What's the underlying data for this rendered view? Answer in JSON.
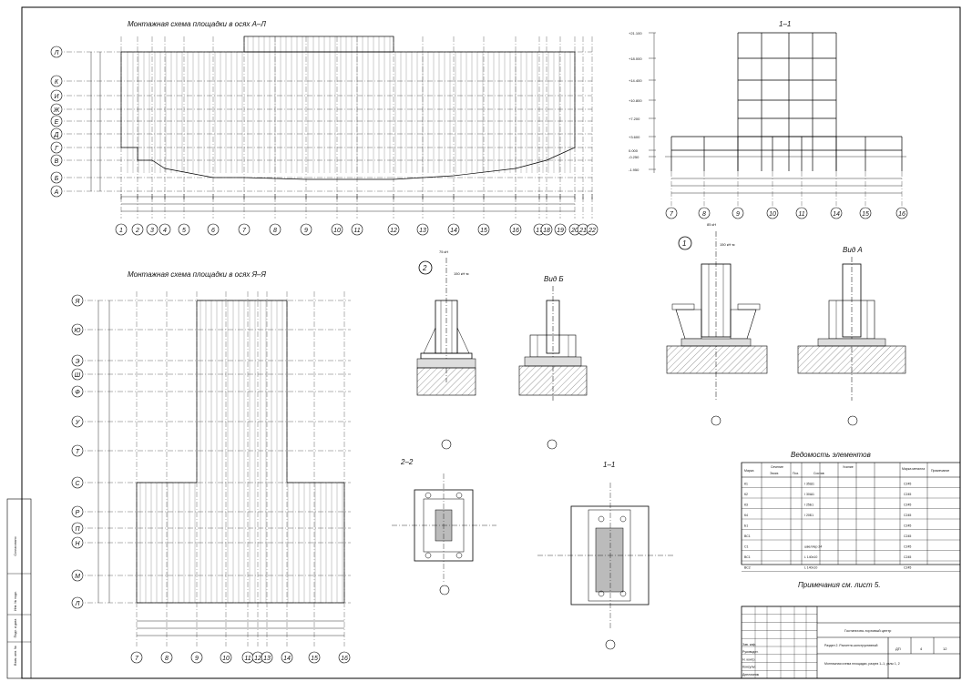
{
  "plan1": {
    "title": "Монтажная схема площадки в осях А–Л",
    "row_labels": [
      "Л",
      "К",
      "И",
      "Ж",
      "Е",
      "Д",
      "Г",
      "В",
      "Б",
      "А"
    ],
    "col_labels": [
      "1",
      "2",
      "3",
      "4",
      "5",
      "6",
      "7",
      "8",
      "9",
      "10",
      "11",
      "12",
      "13",
      "14",
      "15",
      "16",
      "17",
      "18",
      "19",
      "20",
      "21",
      "22"
    ]
  },
  "plan2": {
    "title": "Монтажная схема площадки в осях Я–Я",
    "row_labels": [
      "Я",
      "Ю",
      "Э",
      "Ш",
      "Ф",
      "У",
      "Т",
      "С",
      "Р",
      "П",
      "Н",
      "М",
      "Л"
    ],
    "col_labels": [
      "7",
      "8",
      "9",
      "10",
      "11",
      "12",
      "13",
      "14",
      "15",
      "16"
    ]
  },
  "section11": {
    "title": "1–1",
    "elevations": [
      "+21.100",
      "+18.000",
      "+14.400",
      "+10.800",
      "+7.200",
      "+3.600",
      "0.000",
      "-0.250",
      "-1.950"
    ],
    "col_labels": [
      "7",
      "8",
      "9",
      "10",
      "11",
      "14",
      "15",
      "16"
    ]
  },
  "node2": {
    "label": "2",
    "load": "75 кН",
    "moment": "150 кН·м"
  },
  "node1": {
    "label": "1",
    "load": "85 кН",
    "moment": "150 кН·м"
  },
  "vid_b": {
    "title": "Вид Б"
  },
  "vid_a": {
    "title": "Вид А"
  },
  "sec22": {
    "title": "2–2"
  },
  "sec11b": {
    "title": "1–1"
  },
  "notes": {
    "remark": "Примечания см. лист 5."
  },
  "spec": {
    "title": "Ведомость элементов",
    "headers": [
      "Марка",
      "Сечение",
      "Эскиз",
      "Поз.",
      "Состав",
      "Усилие",
      "Марка металла",
      "Примечание"
    ],
    "rows": [
      {
        "mark": "К1",
        "comp": "I 35Ш1",
        "steel": "С245"
      },
      {
        "mark": "К2",
        "comp": "I 30Ш1",
        "steel": "С245"
      },
      {
        "mark": "К3",
        "comp": "I 25Б1",
        "steel": "С245"
      },
      {
        "mark": "К4",
        "comp": "I 20Б1",
        "steel": "С245"
      },
      {
        "mark": "Б1",
        "comp": "",
        "steel": "С245"
      },
      {
        "mark": "ВС1",
        "comp": "",
        "steel": "С245"
      },
      {
        "mark": "С1",
        "comp": "швеллер 24",
        "steel": "С245"
      },
      {
        "mark": "ВС1",
        "comp": "L 140х10",
        "steel": "С245"
      },
      {
        "mark": "ВС2",
        "comp": "L 140х10",
        "steel": "С245"
      }
    ]
  },
  "stamp": {
    "org": "Гостинично-торговый центр",
    "section": "Раздел 2. Расчетно-конструктивный",
    "sheet_title": "Монтажная схема площадки, разрез 1–1, узлы 1, 2",
    "stage": "ДП",
    "sheet": "4",
    "sheets": "12",
    "roles": [
      "Зав. каф.",
      "Руководит.",
      "Н. контр.",
      "Консульт.",
      "Дипломник"
    ]
  },
  "side_stamp": [
    "Согласовано",
    "Инв. № подл.",
    "Подп. и дата",
    "Взам. инв. №"
  ]
}
